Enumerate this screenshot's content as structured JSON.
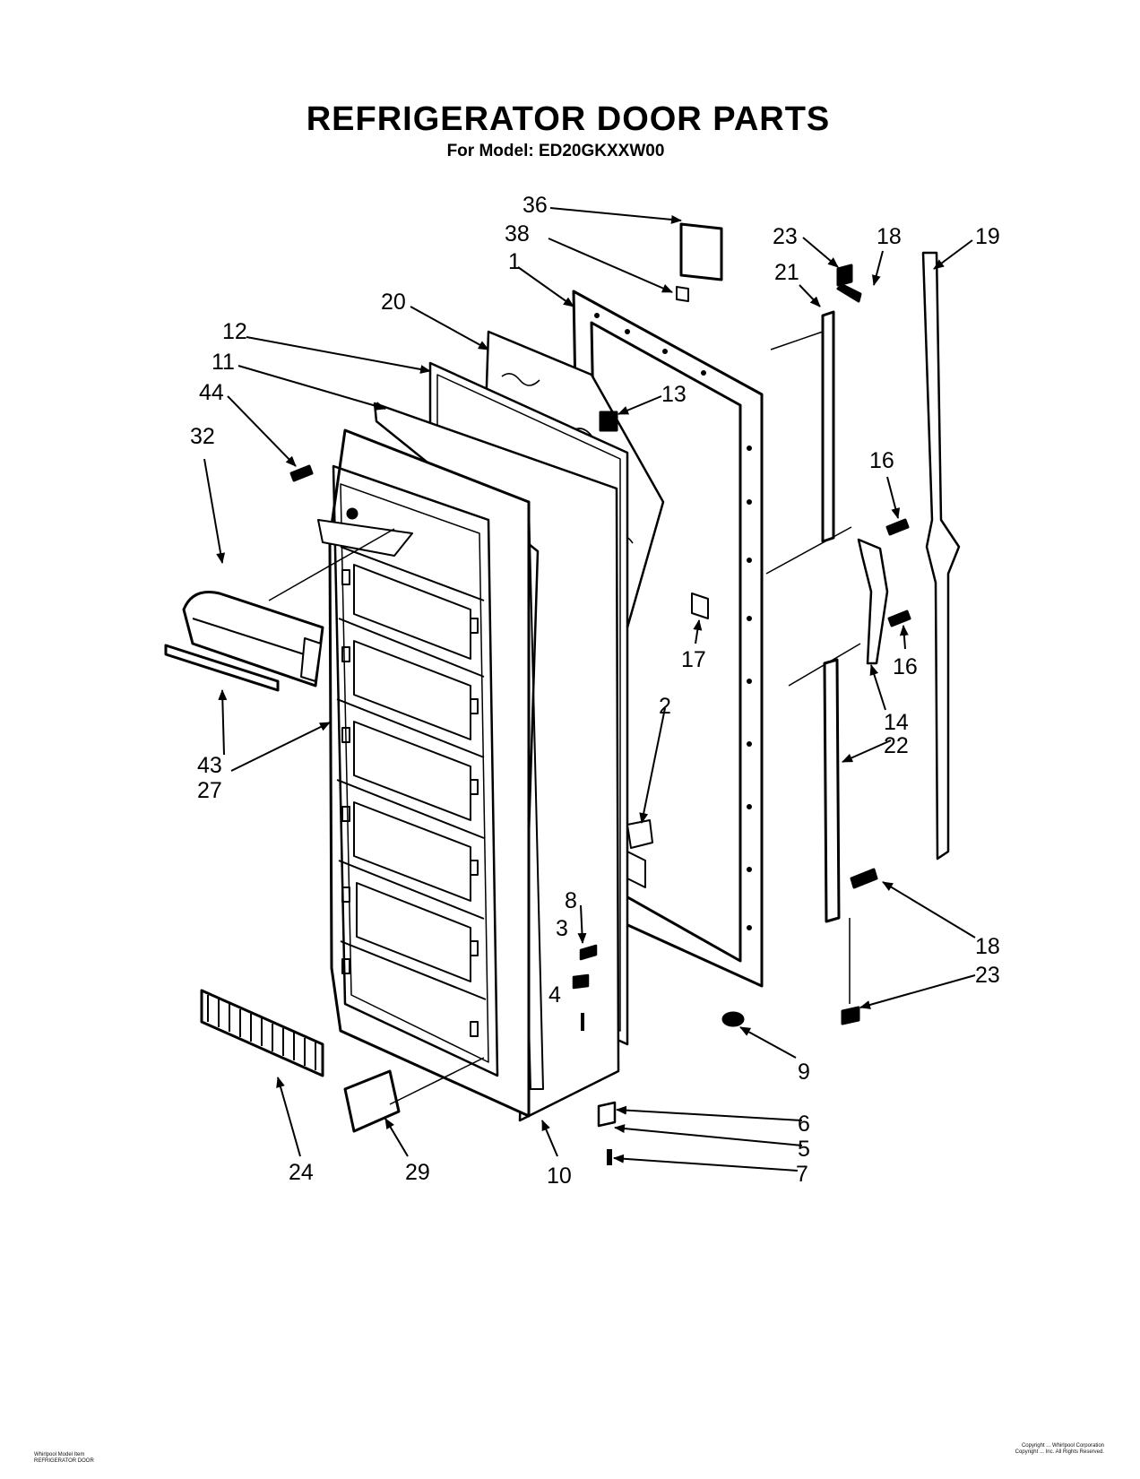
{
  "header": {
    "title": "REFRIGERATOR DOOR PARTS",
    "subtitle": "For Model: ED20GKXXW00"
  },
  "callouts": {
    "c36": "36",
    "c38": "38",
    "c1": "1",
    "c20": "20",
    "c12": "12",
    "c11": "11",
    "c44": "44",
    "c32": "32",
    "c43": "43",
    "c27": "27",
    "c24": "24",
    "c29": "29",
    "c10": "10",
    "c13": "13",
    "c17": "17",
    "c2": "2",
    "c8": "8",
    "c3": "3",
    "c4": "4",
    "c9": "9",
    "c6": "6",
    "c5": "5",
    "c7": "7",
    "c23a": "23",
    "c18a": "18",
    "c19": "19",
    "c21": "21",
    "c16a": "16",
    "c16b": "16",
    "c14": "14",
    "c22": "22",
    "c18b": "18",
    "c23b": "23"
  },
  "footer": {
    "left_line1": "Whirlpool Model Item",
    "left_line2": "REFRIGERATOR DOOR",
    "right_line1": "Copyright ... Whirlpool Corporation",
    "right_line2": "Copyright ... Inc. All Rights Reserved."
  }
}
